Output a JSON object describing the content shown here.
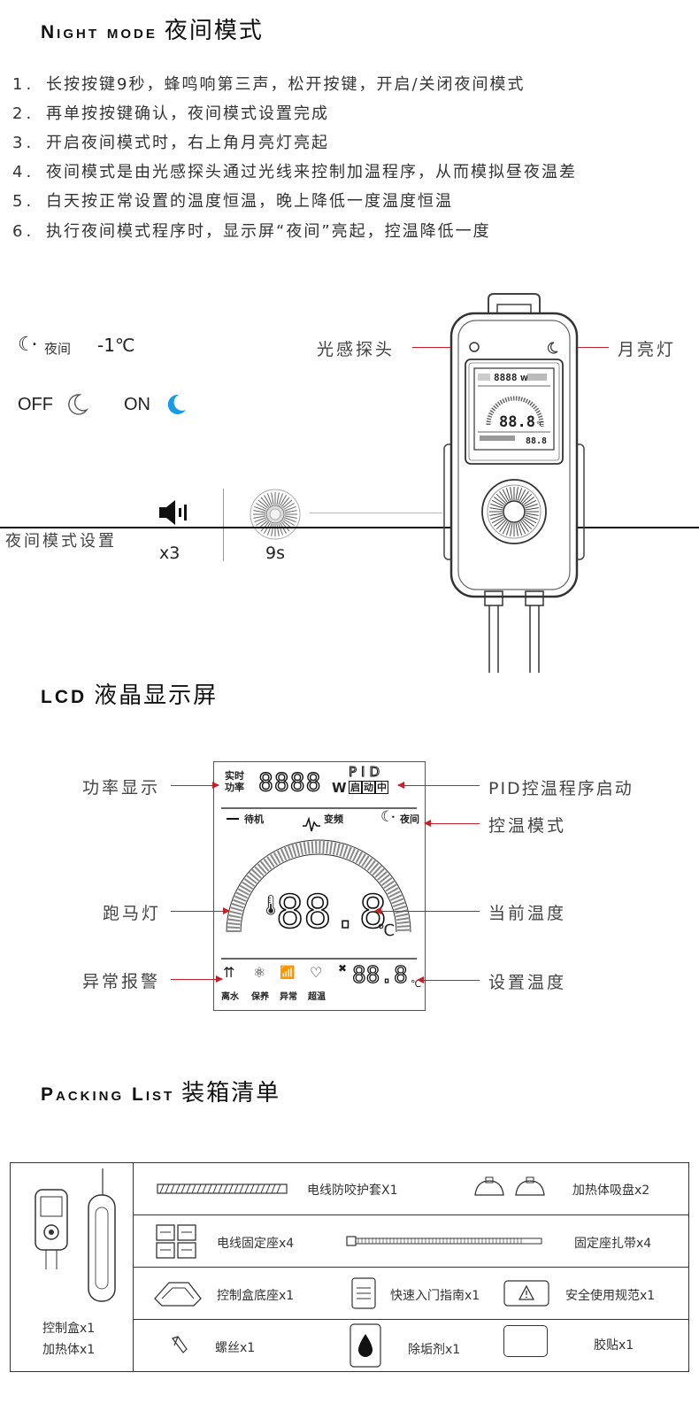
{
  "night": {
    "title_en": "Night mode",
    "title_cn": "夜间模式",
    "steps": [
      {
        "num": "1.",
        "text": "长按按键9秒，蜂鸣响第三声，松开按键，开启/关闭夜间模式"
      },
      {
        "num": "2.",
        "text": "再单按按键确认，夜间模式设置完成"
      },
      {
        "num": "3.",
        "text": "开启夜间模式时，右上角月亮灯亮起"
      },
      {
        "num": "4.",
        "text": "夜间模式是由光感探头通过光线来控制加温程序，从而模拟昼夜温差"
      },
      {
        "num": "5.",
        "text": "白天按正常设置的温度恒温，晚上降低一度温度恒温"
      },
      {
        "num": "6.",
        "text": "执行夜间模式程序时，显示屏“夜间”亮起，控温降低一度"
      }
    ],
    "indicator_label": "夜间",
    "indicator_value": "-1℃",
    "off_label": "OFF",
    "on_label": "ON",
    "sensor_label": "光感探头",
    "moon_label": "月亮灯",
    "setting_label": "夜间模式设置",
    "beep_count": "x3",
    "hold_time": "9s",
    "accent_color": "#1a9be8"
  },
  "lcd": {
    "title_en": "LCD",
    "title_cn": "液晶显示屏",
    "power_label_1": "实时",
    "power_label_2": "功率",
    "power_digits": "8888",
    "power_unit": "W",
    "pid_text": "PID",
    "pid_box_1": "启",
    "pid_box_2": "动",
    "pid_box_3": "中",
    "standby": "待机",
    "variable": "变频",
    "night_text": "夜间",
    "temp_digits": "88.8",
    "temp_unit": "℃",
    "set_digits": "88.8",
    "icon_labels": [
      "离水",
      "保养",
      "异常",
      "超温"
    ],
    "callouts": {
      "power": "功率显示",
      "pid": "PID控温程序启动",
      "mode": "控温模式",
      "marquee": "跑马灯",
      "current": "当前温度",
      "alarm": "异常报警",
      "setting": "设置温度"
    },
    "arrow_color": "#c8202a"
  },
  "packing": {
    "title_en": "Packing List",
    "title_cn": "装箱清单",
    "main_items": [
      "控制盒x1",
      "加热体x1"
    ],
    "items": {
      "sleeve": "电线防咬护套X1",
      "suction": "加热体吸盘x2",
      "wire_seat": "电线固定座x4",
      "tie": "固定座扎带x4",
      "base": "控制盒底座x1",
      "guide": "快速入门指南x1",
      "safety": "安全使用规范x1",
      "screw": "螺丝x1",
      "descaler": "除垢剂x1",
      "sticker": "胶贴x1"
    }
  },
  "device": {
    "screen_power": "8888",
    "screen_w": "W",
    "screen_temp": "88.8",
    "screen_c": "℃",
    "screen_set": "88.8"
  }
}
